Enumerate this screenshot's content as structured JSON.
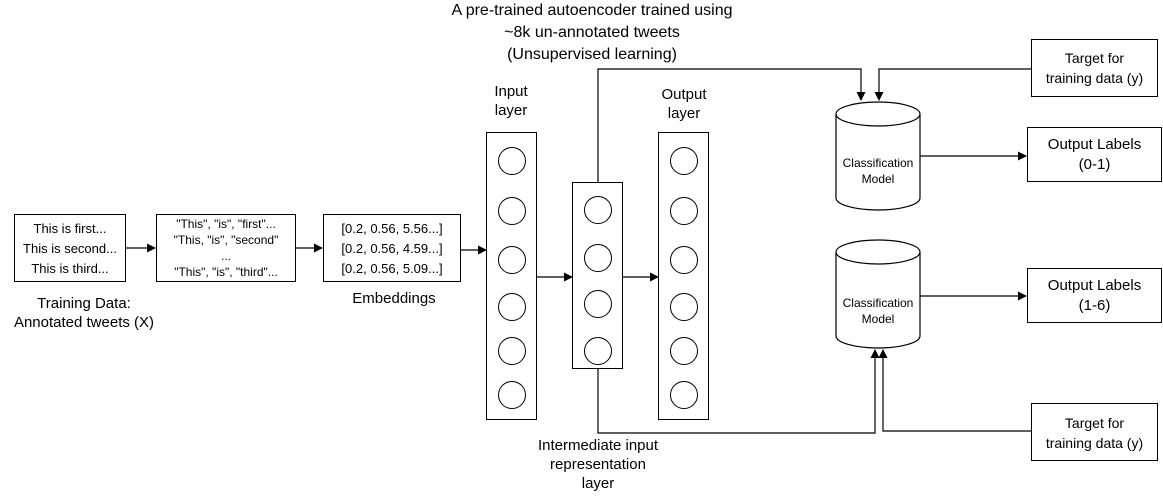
{
  "title": {
    "line1": "A pre-trained autoencoder trained using",
    "line2": "~8k un-annotated tweets",
    "line3": "(Unsupervised learning)"
  },
  "training_text_box": {
    "lines": [
      "This is first...",
      "This is second...",
      "This is third..."
    ]
  },
  "training_caption": {
    "line1": "Training Data:",
    "line2": "Annotated tweets (X)"
  },
  "tokens_box": {
    "lines": [
      "\"This\", \"is\", \"first\"...",
      "\"This, \"is\", \"second\"",
      "...",
      "\"This\", \"is\", \"third\"..."
    ]
  },
  "embeddings_box": {
    "lines": [
      "[0.2, 0.56, 5.56...]",
      "[0.2, 0.56, 4.59...]",
      "[0.2, 0.56, 5.09...]"
    ]
  },
  "embeddings_caption": "Embeddings",
  "input_layer_caption": {
    "line1": "Input",
    "line2": "layer"
  },
  "output_layer_caption": {
    "line1": "Output",
    "line2": "layer"
  },
  "intermediate_caption": {
    "line1": "Intermediate input",
    "line2": "representation",
    "line3": "layer"
  },
  "classifier_top": {
    "line1": "Classification",
    "line2": "Model"
  },
  "classifier_bottom": {
    "line1": "Classification",
    "line2": "Model"
  },
  "target_top": {
    "line1": "Target for",
    "line2": "training data (y)"
  },
  "target_bottom": {
    "line1": "Target for",
    "line2": "training data (y)"
  },
  "output_labels_top": {
    "line1": "Output Labels",
    "line2": "(0-1)"
  },
  "output_labels_bottom": {
    "line1": "Output Labels",
    "line2": "(1-6)"
  }
}
